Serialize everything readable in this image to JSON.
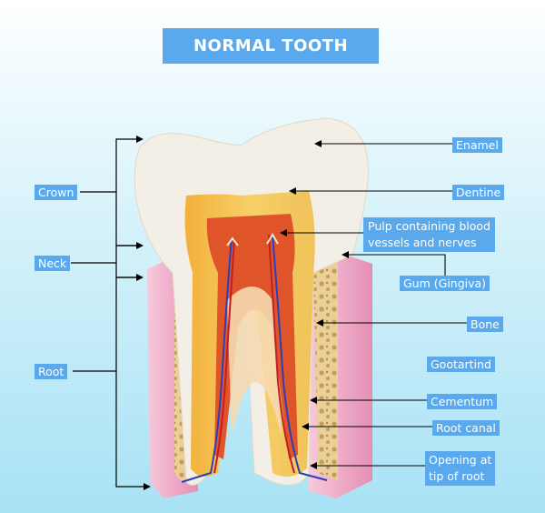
{
  "title": "NORMAL TOOTH",
  "labels": {
    "enamel": "Enamel",
    "dentine": "Dentine",
    "pulp_line1": "Pulp containing blood",
    "pulp_line2": "vessels and nerves",
    "gum": "Gum (Gingiva)",
    "bone": "Bone",
    "unknown": "Gootartind",
    "cementum": "Cementum",
    "root_canal": "Root canal",
    "opening_line1": "Opening at",
    "opening_line2": "tip of root",
    "crown": "Crown",
    "neck": "Neck",
    "root": "Root"
  },
  "colors": {
    "label_bg": "#5aa9ec",
    "enamel": "#f4efe6",
    "dentine": "#f2b945",
    "pulp": "#e0542a",
    "gum": "#eba6c4",
    "bone": "#e4c891"
  }
}
